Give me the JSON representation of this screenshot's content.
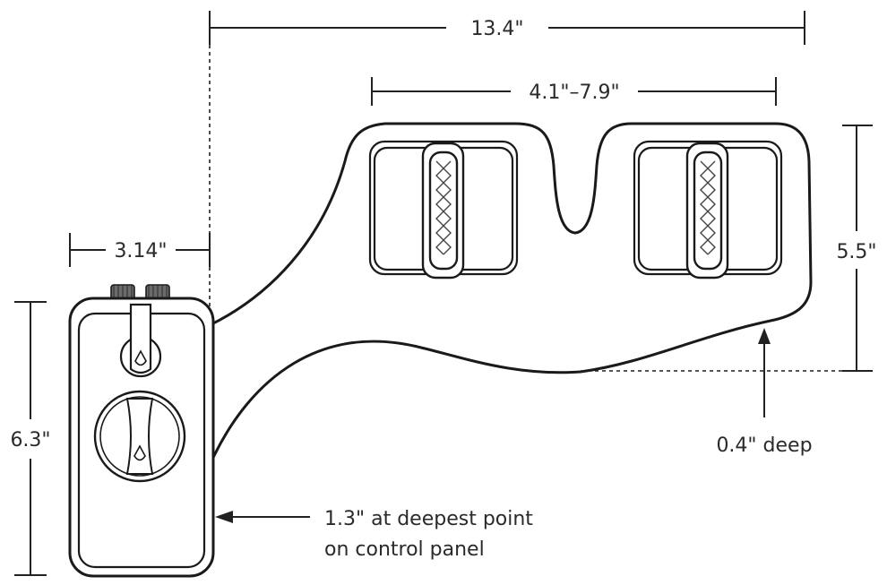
{
  "labels": {
    "overall_length": "13.4\"",
    "adjustable_width": "4.1\"–7.9\"",
    "height": "5.5\"",
    "depth": "0.4\" deep",
    "panel_width": "3.14\"",
    "panel_height": "6.3\"",
    "panel_depth_line1": "1.3\" at deepest point",
    "panel_depth_line2": "on control panel"
  }
}
